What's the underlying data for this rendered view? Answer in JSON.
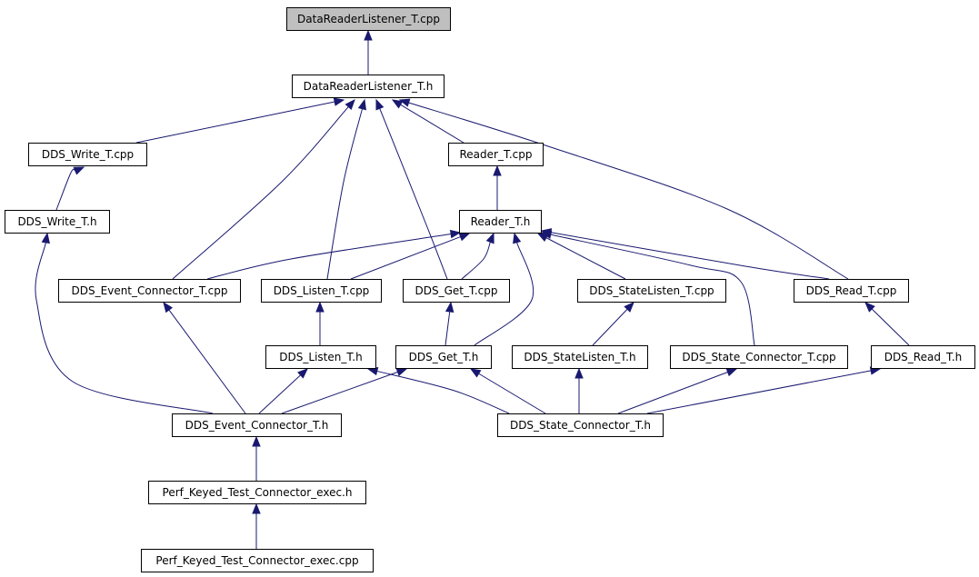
{
  "diagram": {
    "nodes": [
      {
        "id": "n_drl_cpp",
        "label": "DataReaderListener_T.cpp",
        "root": true
      },
      {
        "id": "n_drl_h",
        "label": "DataReaderListener_T.h"
      },
      {
        "id": "n_write_cpp",
        "label": "DDS_Write_T.cpp"
      },
      {
        "id": "n_reader_cpp",
        "label": "Reader_T.cpp"
      },
      {
        "id": "n_write_h",
        "label": "DDS_Write_T.h"
      },
      {
        "id": "n_reader_h",
        "label": "Reader_T.h"
      },
      {
        "id": "n_evconn_cpp",
        "label": "DDS_Event_Connector_T.cpp"
      },
      {
        "id": "n_listen_cpp",
        "label": "DDS_Listen_T.cpp"
      },
      {
        "id": "n_get_cpp",
        "label": "DDS_Get_T.cpp"
      },
      {
        "id": "n_statelisten_cpp",
        "label": "DDS_StateListen_T.cpp"
      },
      {
        "id": "n_read_cpp",
        "label": "DDS_Read_T.cpp"
      },
      {
        "id": "n_listen_h",
        "label": "DDS_Listen_T.h"
      },
      {
        "id": "n_get_h",
        "label": "DDS_Get_T.h"
      },
      {
        "id": "n_statelisten_h",
        "label": "DDS_StateListen_T.h"
      },
      {
        "id": "n_stateconn_cpp",
        "label": "DDS_State_Connector_T.cpp"
      },
      {
        "id": "n_read_h",
        "label": "DDS_Read_T.h"
      },
      {
        "id": "n_evconn_h",
        "label": "DDS_Event_Connector_T.h"
      },
      {
        "id": "n_stateconn_h",
        "label": "DDS_State_Connector_T.h"
      },
      {
        "id": "n_perf_h",
        "label": "Perf_Keyed_Test_Connector_exec.h"
      },
      {
        "id": "n_perf_cpp",
        "label": "Perf_Keyed_Test_Connector_exec.cpp"
      }
    ],
    "edges": [
      {
        "from": "n_drl_h",
        "to": "n_drl_cpp"
      },
      {
        "from": "n_write_cpp",
        "to": "n_drl_h"
      },
      {
        "from": "n_evconn_cpp",
        "to": "n_drl_h"
      },
      {
        "from": "n_listen_cpp",
        "to": "n_drl_h"
      },
      {
        "from": "n_get_cpp",
        "to": "n_drl_h"
      },
      {
        "from": "n_reader_cpp",
        "to": "n_drl_h"
      },
      {
        "from": "n_read_cpp",
        "to": "n_drl_h"
      },
      {
        "from": "n_write_h",
        "to": "n_write_cpp"
      },
      {
        "from": "n_reader_h",
        "to": "n_reader_cpp"
      },
      {
        "from": "n_evconn_cpp",
        "to": "n_reader_h"
      },
      {
        "from": "n_listen_cpp",
        "to": "n_reader_h"
      },
      {
        "from": "n_get_cpp",
        "to": "n_reader_h"
      },
      {
        "from": "n_get_h",
        "to": "n_reader_h"
      },
      {
        "from": "n_statelisten_cpp",
        "to": "n_reader_h"
      },
      {
        "from": "n_stateconn_cpp",
        "to": "n_reader_h"
      },
      {
        "from": "n_read_cpp",
        "to": "n_reader_h"
      },
      {
        "from": "n_evconn_h",
        "to": "n_write_h"
      },
      {
        "from": "n_evconn_h",
        "to": "n_evconn_cpp"
      },
      {
        "from": "n_listen_h",
        "to": "n_listen_cpp"
      },
      {
        "from": "n_get_h",
        "to": "n_get_cpp"
      },
      {
        "from": "n_statelisten_h",
        "to": "n_statelisten_cpp"
      },
      {
        "from": "n_read_h",
        "to": "n_read_cpp"
      },
      {
        "from": "n_evconn_h",
        "to": "n_listen_h"
      },
      {
        "from": "n_evconn_h",
        "to": "n_get_h"
      },
      {
        "from": "n_stateconn_h",
        "to": "n_listen_h"
      },
      {
        "from": "n_stateconn_h",
        "to": "n_get_h"
      },
      {
        "from": "n_stateconn_h",
        "to": "n_statelisten_h"
      },
      {
        "from": "n_stateconn_h",
        "to": "n_stateconn_cpp"
      },
      {
        "from": "n_stateconn_h",
        "to": "n_read_h"
      },
      {
        "from": "n_perf_h",
        "to": "n_evconn_h"
      },
      {
        "from": "n_perf_cpp",
        "to": "n_perf_h"
      }
    ]
  }
}
